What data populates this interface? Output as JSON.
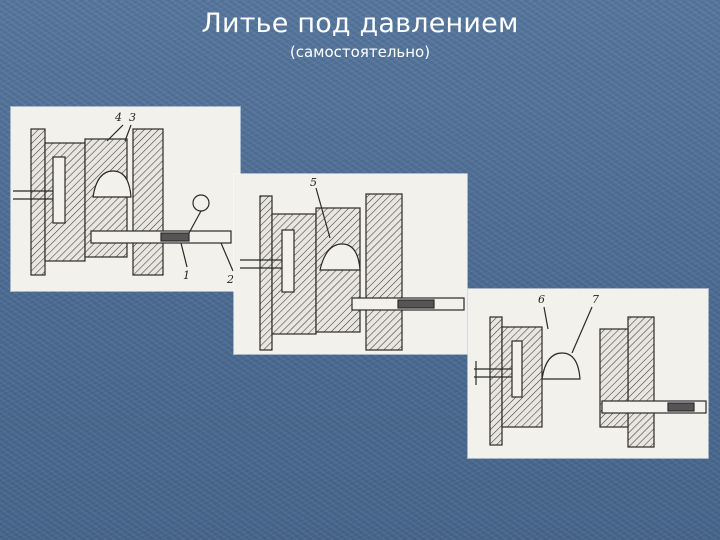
{
  "slide": {
    "title": "Литье под давлением",
    "subtitle": "(самостоятельно)"
  },
  "figures": [
    {
      "name": "stage-1",
      "labels": [
        "4",
        "3",
        "1",
        "2"
      ]
    },
    {
      "name": "stage-2",
      "labels": [
        "5"
      ]
    },
    {
      "name": "stage-3",
      "labels": [
        "6",
        "7"
      ]
    }
  ]
}
